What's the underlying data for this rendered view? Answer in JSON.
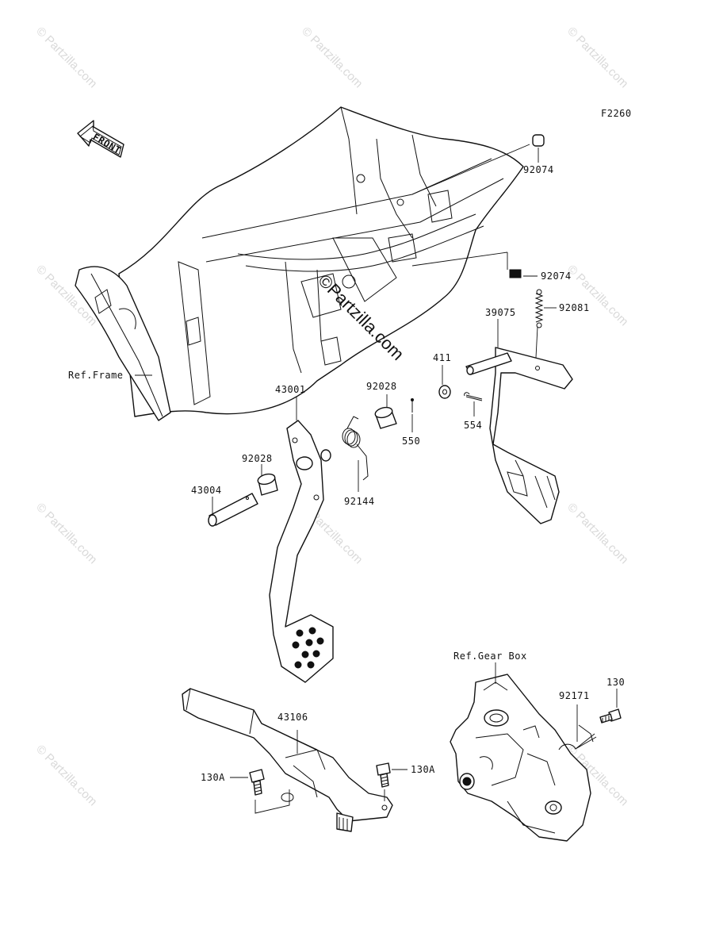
{
  "figure_code": "F2260",
  "front_arrow_label": "FRONT",
  "watermark_text": "© Partzilla.com",
  "center_watermark": "©Partzilla.com",
  "refs": {
    "frame": "Ref.Frame",
    "gear_box": "Ref.Gear Box"
  },
  "parts": {
    "p92074_top": "92074",
    "p92074_mid": "92074",
    "p92081": "92081",
    "p39075": "39075",
    "p411": "411",
    "p554": "554",
    "p92028_right": "92028",
    "p550": "550",
    "p43001": "43001",
    "p92028_left": "92028",
    "p43004": "43004",
    "p92144": "92144",
    "p43106": "43106",
    "p130A_left": "130A",
    "p130A_right": "130A",
    "p92171": "92171",
    "p130": "130"
  }
}
